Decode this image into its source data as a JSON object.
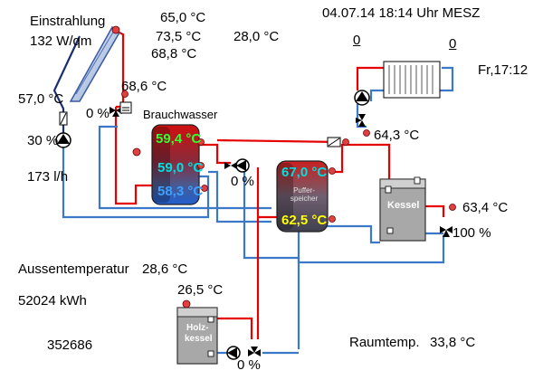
{
  "solar": {
    "label_irradiation": "Einstrahlung",
    "irradiation": "132 W/qm",
    "collector_temp_1": "65,0 °C",
    "collector_temp_2": "73,5 °C",
    "collector_temp_3": "68,8 °C",
    "temp_28": "28,0 °C",
    "return_temp": "57,0 °C",
    "flow_temp": "68,6 °C",
    "valve_percent": "0 %",
    "pump_value": "30 %",
    "flow_rate": "173 l/h"
  },
  "header": {
    "datetime": "04.07.14 18:14 Uhr MESZ",
    "value_left": "0",
    "value_right": "0",
    "weekday_time": "Fr,17:12"
  },
  "dhw_tank": {
    "title": "Brauchwasser",
    "temp_top": "59,4 °C",
    "temp_mid": "59,0 °C",
    "temp_bottom": "58,3 °C",
    "valve_percent": "0 %"
  },
  "buffer_tank": {
    "label": "Puffer-speicher",
    "temp_top": "67,0 °C",
    "temp_bottom": "62,5 °C"
  },
  "heating_circuit": {
    "flow_temp": "64,3 °C"
  },
  "boiler": {
    "label": "Kessel",
    "temp": "63,4 °C",
    "mixer_percent": "100 %"
  },
  "outdoor": {
    "label": "Aussentemperatur",
    "value": "28,6 °C",
    "energy": "52024 kWh",
    "counter": "352686"
  },
  "wood_boiler": {
    "label_line1": "Holz-",
    "label_line2": "kessel",
    "temp": "26,5 °C",
    "valve_percent": "0 %"
  },
  "room": {
    "label": "Raumtemp.",
    "value": "33,8 °C"
  },
  "colors": {
    "pipe_hot": "#e60000",
    "pipe_cold": "#3c78c8",
    "pipe_dark": "#1a2f70",
    "temp_green": "#33ff33",
    "temp_cyan": "#00e0e0",
    "temp_blue": "#40a0ff",
    "temp_yellow": "#ffff00"
  }
}
